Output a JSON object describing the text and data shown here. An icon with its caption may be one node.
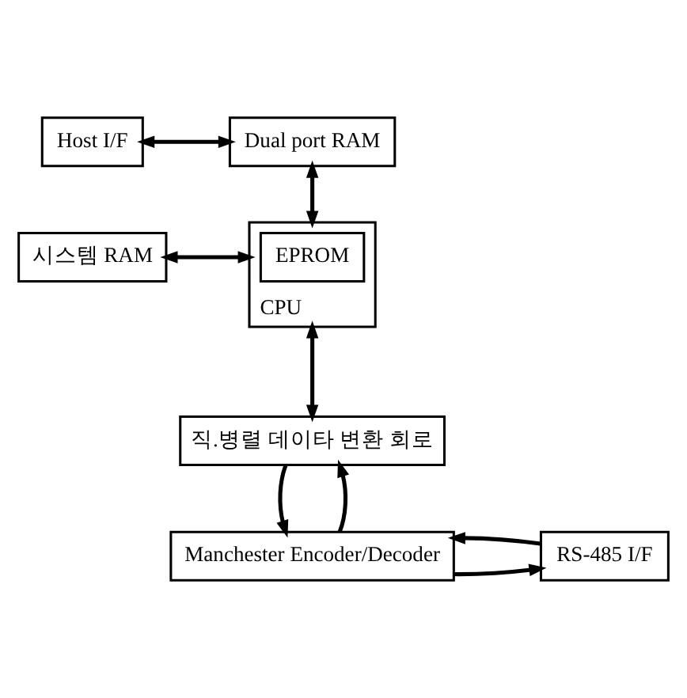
{
  "diagram": {
    "nodes": [
      {
        "text": [
          "Host I/F"
        ]
      },
      {
        "text": [
          "Dual port RAM"
        ]
      },
      {
        "text": [
          "시스템 RAM"
        ]
      },
      {
        "text": [
          "CPU"
        ]
      },
      {
        "text": [
          "EPROM"
        ],
        "in": 3
      },
      {
        "text": [
          "직.병렬 데이타 변환 회로"
        ]
      },
      {
        "text": [
          "Manchester Encoder/Decoder"
        ]
      },
      {
        "text": [
          "RS-485 I/F"
        ]
      }
    ],
    "edges": [
      {
        "from": 0,
        "to": 1,
        "arrow": "both"
      },
      {
        "from": 1,
        "to": 3,
        "arrow": "both"
      },
      {
        "from": 2,
        "to": 3,
        "arrow": "both"
      },
      {
        "from": 3,
        "to": 5,
        "arrow": "both"
      },
      {
        "from": 6,
        "to": 5,
        "arrow": "to"
      },
      {
        "from": 5,
        "to": 6,
        "arrow": "to"
      },
      {
        "from": 6,
        "to": 7,
        "arrow": "to"
      },
      {
        "from": 7,
        "to": 6,
        "arrow": "to"
      }
    ]
  }
}
